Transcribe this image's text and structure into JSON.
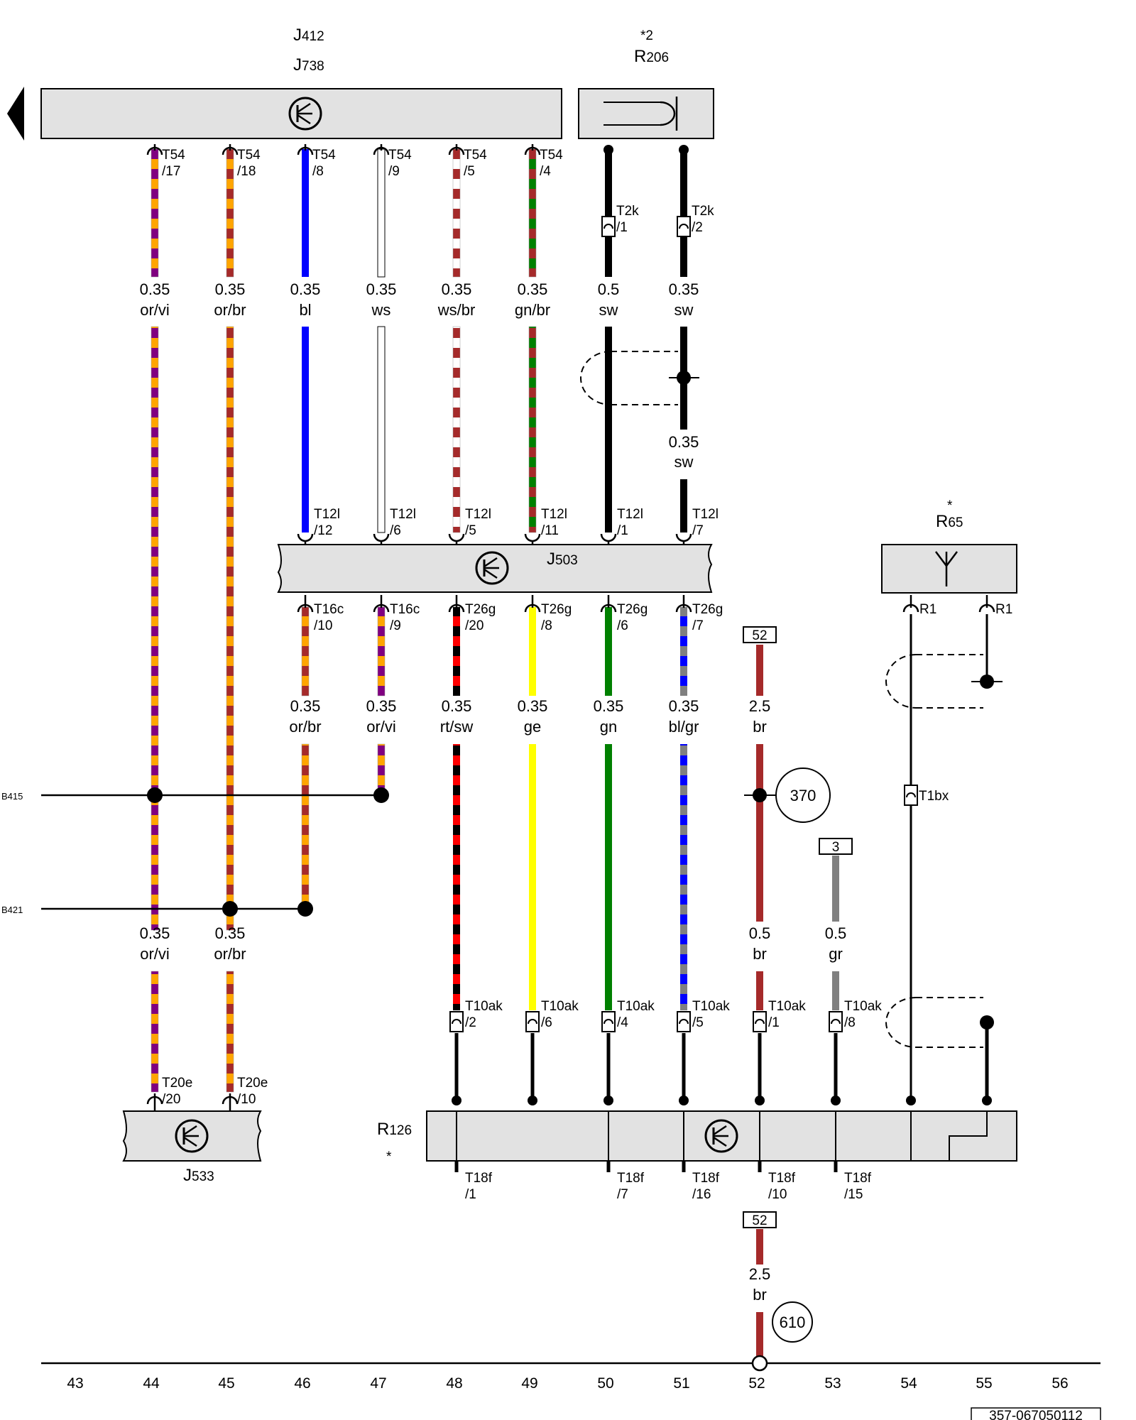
{
  "components": {
    "j412": {
      "main": "J",
      "sub": "412"
    },
    "j738": {
      "main": "J",
      "sub": "738"
    },
    "r206": {
      "main": "R",
      "sub": "206",
      "note": "*2"
    },
    "j503": {
      "main": "J",
      "sub": "503"
    },
    "r65": {
      "main": "R",
      "sub": "65",
      "note": "*"
    },
    "j533": {
      "main": "J",
      "sub": "533"
    },
    "r126": {
      "main": "R",
      "sub": "126",
      "note": "*"
    }
  },
  "buses": {
    "b415": "B415",
    "b421": "B421"
  },
  "conn_t54": [
    {
      "name": "T54",
      "pin": "/17"
    },
    {
      "name": "T54",
      "pin": "/18"
    },
    {
      "name": "T54",
      "pin": "/8"
    },
    {
      "name": "T54",
      "pin": "/9"
    },
    {
      "name": "T54",
      "pin": "/5"
    },
    {
      "name": "T54",
      "pin": "/4"
    }
  ],
  "conn_t2k": [
    {
      "name": "T2k",
      "pin": "/1"
    },
    {
      "name": "T2k",
      "pin": "/2"
    }
  ],
  "conn_t12l": [
    {
      "name": "T12l",
      "pin": "/12"
    },
    {
      "name": "T12l",
      "pin": "/6"
    },
    {
      "name": "T12l",
      "pin": "/5"
    },
    {
      "name": "T12l",
      "pin": "/11"
    },
    {
      "name": "T12l",
      "pin": "/1"
    },
    {
      "name": "T12l",
      "pin": "/7"
    }
  ],
  "conn_lower": [
    {
      "name": "T16c",
      "pin": "/10"
    },
    {
      "name": "T16c",
      "pin": "/9"
    },
    {
      "name": "T26g",
      "pin": "/20"
    },
    {
      "name": "T26g",
      "pin": "/8"
    },
    {
      "name": "T26g",
      "pin": "/6"
    },
    {
      "name": "T26g",
      "pin": "/7"
    }
  ],
  "conn_r1": [
    "R1",
    "R1"
  ],
  "conn_t1bx": "T1bx",
  "conn_t10ak": [
    {
      "name": "T10ak",
      "pin": "/2"
    },
    {
      "name": "T10ak",
      "pin": "/6"
    },
    {
      "name": "T10ak",
      "pin": "/4"
    },
    {
      "name": "T10ak",
      "pin": "/5"
    },
    {
      "name": "T10ak",
      "pin": "/1"
    },
    {
      "name": "T10ak",
      "pin": "/8"
    }
  ],
  "conn_t20e": [
    {
      "name": "T20e",
      "pin": "/20"
    },
    {
      "name": "T20e",
      "pin": "/10"
    }
  ],
  "conn_t18f": [
    {
      "name": "T18f",
      "pin": "/1"
    },
    {
      "name": "T18f",
      "pin": "/7"
    },
    {
      "name": "T18f",
      "pin": "/16"
    },
    {
      "name": "T18f",
      "pin": "/10"
    },
    {
      "name": "T18f",
      "pin": "/15"
    }
  ],
  "wire_specs_row1": [
    {
      "size": "0.35",
      "color": "or/vi"
    },
    {
      "size": "0.35",
      "color": "or/br"
    },
    {
      "size": "0.35",
      "color": "bl"
    },
    {
      "size": "0.35",
      "color": "ws"
    },
    {
      "size": "0.35",
      "color": "ws/br"
    },
    {
      "size": "0.35",
      "color": "gn/br"
    },
    {
      "size": "0.5",
      "color": "sw"
    },
    {
      "size": "0.35",
      "color": "sw"
    }
  ],
  "wire_spec_sw2": {
    "size": "0.35",
    "color": "sw"
  },
  "wire_specs_row2": [
    {
      "size": "0.35",
      "color": "or/br"
    },
    {
      "size": "0.35",
      "color": "or/vi"
    },
    {
      "size": "0.35",
      "color": "rt/sw"
    },
    {
      "size": "0.35",
      "color": "ge"
    },
    {
      "size": "0.35",
      "color": "gn"
    },
    {
      "size": "0.35",
      "color": "bl/gr"
    },
    {
      "size": "2.5",
      "color": "br"
    }
  ],
  "wire_specs_row3": [
    {
      "size": "0.35",
      "color": "or/vi"
    },
    {
      "size": "0.35",
      "color": "or/br"
    },
    {
      "size": "0.5",
      "color": "br"
    },
    {
      "size": "0.5",
      "color": "gr"
    }
  ],
  "wire_spec_bottom": {
    "size": "2.5",
    "color": "br"
  },
  "refs": {
    "box52a": "52",
    "box3": "3",
    "box52b": "52",
    "circle370": "370",
    "circle610": "610"
  },
  "columns": [
    "43",
    "44",
    "45",
    "46",
    "47",
    "48",
    "49",
    "50",
    "51",
    "52",
    "53",
    "54",
    "55",
    "56"
  ],
  "diagram_id": "357-067050112",
  "colors": {
    "or": "#ffa500",
    "vi": "#800080",
    "br": "#a52a2a",
    "bl": "#0000ff",
    "ws": "#ffffff",
    "gn": "#008000",
    "sw": "#000000",
    "rt": "#ff0000",
    "ge": "#ffff00",
    "gr": "#808080",
    "box": "#e2e2e2"
  }
}
